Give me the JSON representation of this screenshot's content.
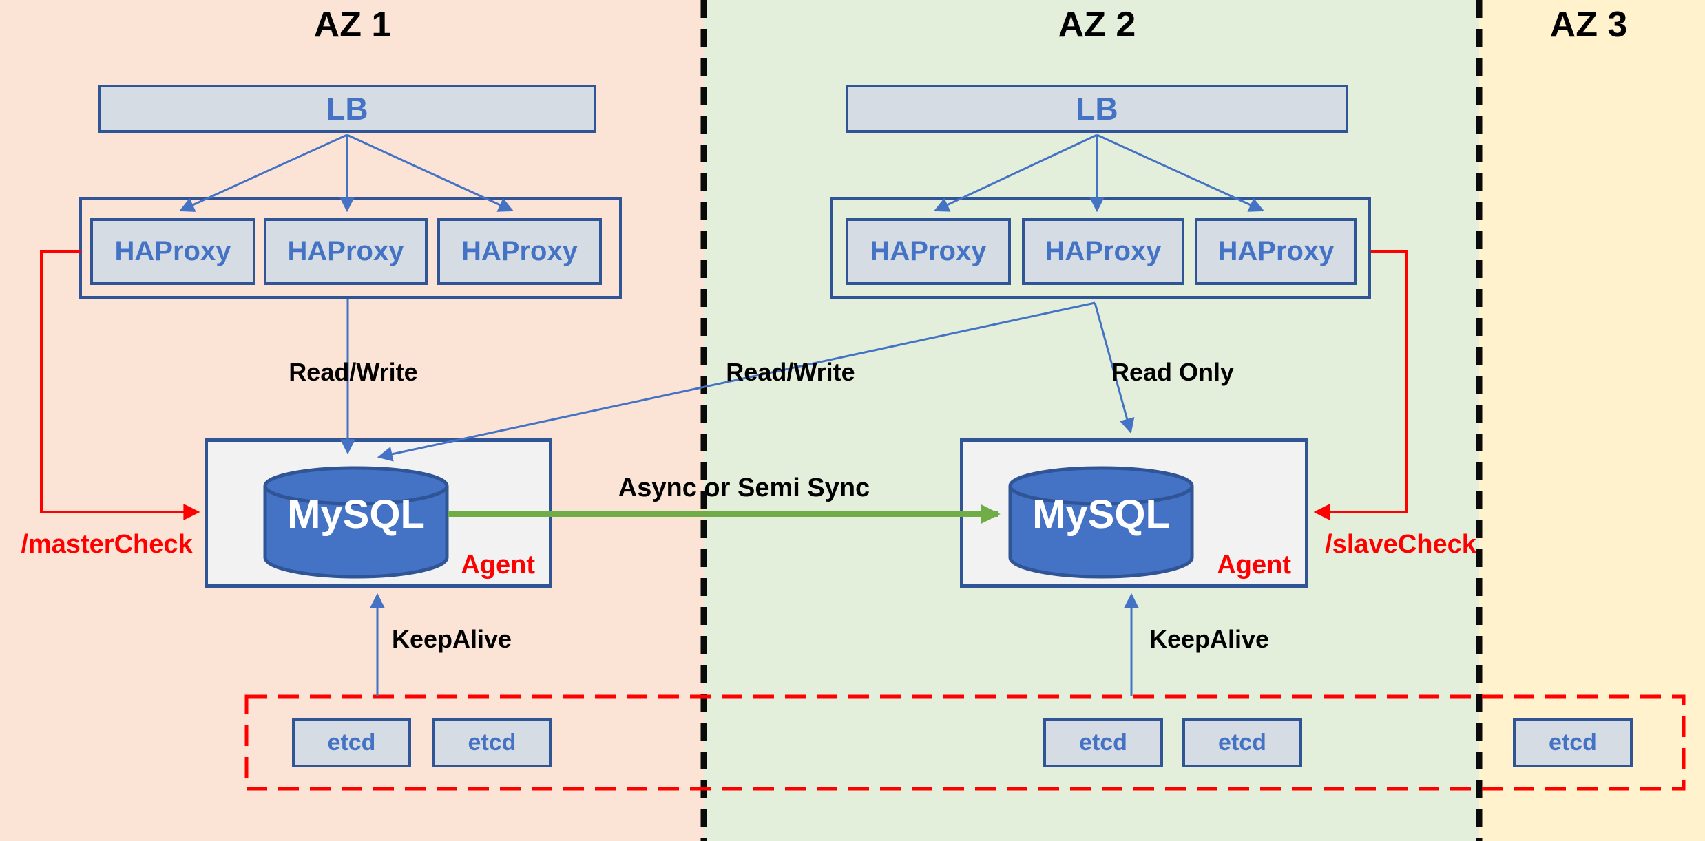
{
  "diagram_title": "MySQL high availability across availability zones",
  "colors": {
    "az1_background": "#fbe3d5",
    "az2_background": "#e3efda",
    "az3_background": "#fff2cc",
    "node_fill": "#d5dce4",
    "node_border": "#2f5597",
    "node_text": "#4472c4",
    "mysql_box_fill": "#f2f2f2",
    "cylinder_fill": "#4472c4",
    "arrow_blue": "#4472c4",
    "arrow_red": "#ff0000",
    "arrow_green": "#70ad47",
    "label_black": "#000000"
  },
  "az1": {
    "title": "AZ 1",
    "lb_label": "LB",
    "haproxy_labels": [
      "HAProxy",
      "HAProxy",
      "HAProxy"
    ],
    "mysql_label": "MySQL",
    "agent_label": "Agent",
    "health_check_label": "/masterCheck",
    "read_write_label": "Read/Write",
    "keepalive_label": "KeepAlive",
    "etcd_labels": [
      "etcd",
      "etcd"
    ]
  },
  "az2": {
    "title": "AZ 2",
    "lb_label": "LB",
    "haproxy_labels": [
      "HAProxy",
      "HAProxy",
      "HAProxy"
    ],
    "mysql_label": "MySQL",
    "agent_label": "Agent",
    "health_check_label": "/slaveCheck",
    "read_write_label": "Read/Write",
    "read_only_label": "Read Only",
    "keepalive_label": "KeepAlive",
    "etcd_labels": [
      "etcd",
      "etcd"
    ]
  },
  "az3": {
    "title": "AZ 3",
    "etcd_labels": [
      "etcd"
    ]
  },
  "replication": {
    "label": "Async or Semi Sync"
  }
}
